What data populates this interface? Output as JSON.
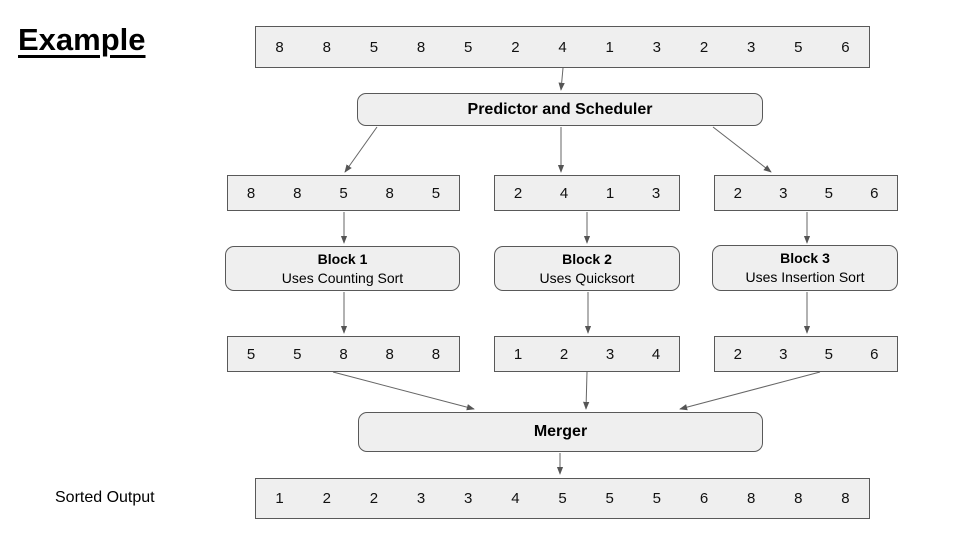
{
  "title": "Example",
  "input_array": [
    "8",
    "8",
    "5",
    "8",
    "5",
    "2",
    "4",
    "1",
    "3",
    "2",
    "3",
    "5",
    "6"
  ],
  "predictor": {
    "label": "Predictor and Scheduler"
  },
  "partitions": [
    {
      "values": [
        "8",
        "8",
        "5",
        "8",
        "5"
      ]
    },
    {
      "values": [
        "2",
        "4",
        "1",
        "3"
      ]
    },
    {
      "values": [
        "2",
        "3",
        "5",
        "6"
      ]
    }
  ],
  "blocks": [
    {
      "title": "Block 1",
      "subtitle": "Uses Counting Sort"
    },
    {
      "title": "Block 2",
      "subtitle": "Uses Quicksort"
    },
    {
      "title": "Block 3",
      "subtitle": "Uses Insertion Sort"
    }
  ],
  "sorted_partitions": [
    {
      "values": [
        "5",
        "5",
        "8",
        "8",
        "8"
      ]
    },
    {
      "values": [
        "1",
        "2",
        "3",
        "4"
      ]
    },
    {
      "values": [
        "2",
        "3",
        "5",
        "6"
      ]
    }
  ],
  "merger": {
    "label": "Merger"
  },
  "output": {
    "label": "Sorted Output",
    "values": [
      "1",
      "2",
      "2",
      "3",
      "3",
      "4",
      "5",
      "5",
      "5",
      "6",
      "8",
      "8",
      "8"
    ]
  },
  "colors": {
    "box_fill": "#efefef",
    "box_border": "#595959",
    "arrow": "#666666",
    "text": "#000000"
  }
}
